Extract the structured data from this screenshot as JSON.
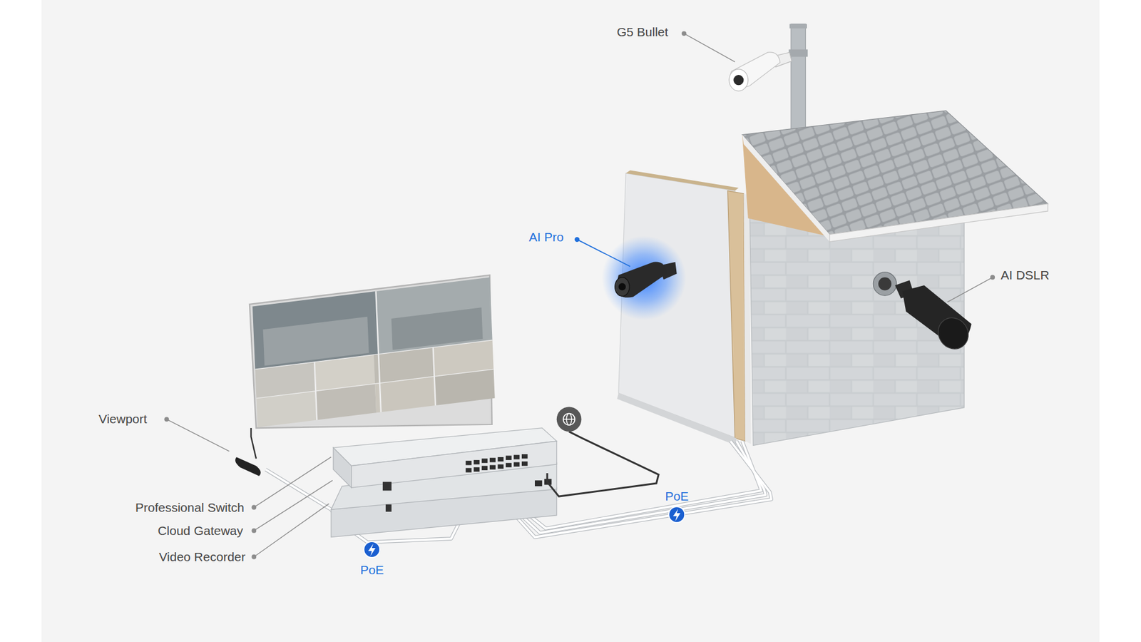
{
  "diagram": {
    "labels": [
      "G5 Bullet",
      "AI Pro",
      "AI DSLR",
      "Viewport",
      "PoE",
      "Professional Switch",
      "Cloud Gateway",
      "Video Recorder",
      "PoE"
    ]
  }
}
